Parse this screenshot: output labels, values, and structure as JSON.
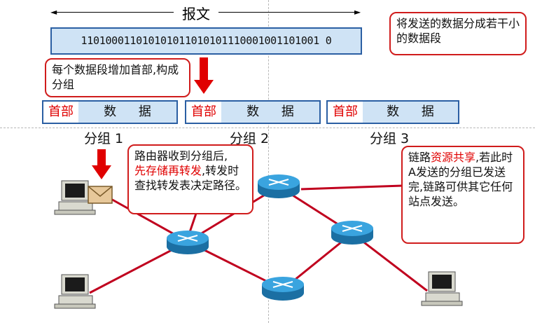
{
  "message_label": "报文",
  "message_bits": "110100011010101011010101110001001101001 0",
  "callouts": {
    "split": "将发送的数据分成若干小的数据段",
    "add_header": "每个数据段增加首部,构成分组",
    "router_pre": "路由器收到分组后,",
    "router_red": "先存储再转发",
    "router_post": ",转发时查找转发表决定路径。",
    "link_pre": "链路",
    "link_red": "资源共享",
    "link_post": ",若此时A发送的分组已发送完,链路可供其它任何站点发送。"
  },
  "packets": [
    {
      "header": "首部",
      "body": "数 据",
      "label": "分组 1"
    },
    {
      "header": "首部",
      "body": "数 据",
      "label": "分组 2"
    },
    {
      "header": "首部",
      "body": "数 据",
      "label": "分组 3"
    }
  ],
  "colors": {
    "link": "#c0001e",
    "packet_border": "#2b5fa3",
    "packet_fill": "#cfe3f5",
    "callout_border": "#d01c1c",
    "router": "#2a8fc8"
  }
}
